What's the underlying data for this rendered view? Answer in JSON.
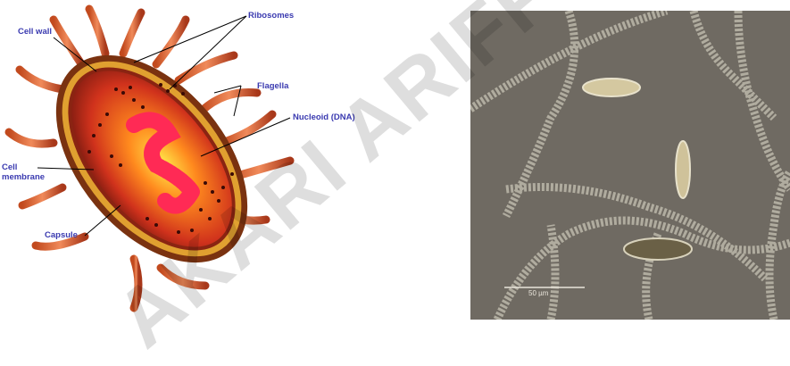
{
  "diagram": {
    "labels": {
      "cell_wall": "Cell wall",
      "ribosomes": "Ribosomes",
      "flagella": "Flagella",
      "nucleoid": "Nucleoid (DNA)",
      "cell_membrane_1": "Cell",
      "cell_membrane_2": "membrane",
      "capsule": "Capsule"
    },
    "colors": {
      "label_text": "#3a3ab0",
      "capsule": "#8a3a10",
      "cytoplasm_outer": "#c8301e",
      "cytoplasm_inner": "#ffd23a",
      "nucleoid": "#ff2a55",
      "flagella": "#b0401a"
    }
  },
  "micrograph": {
    "scale_bar_text": "50 µm",
    "background": "#6f6a62"
  },
  "watermark": {
    "text": "AKARI ARIFF BIO"
  }
}
